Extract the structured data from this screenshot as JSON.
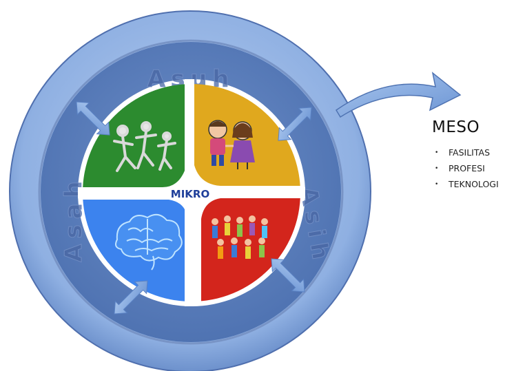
{
  "diagram": {
    "center_label": "MIKRO",
    "ring_top_label": "Asuh",
    "ring_left_label": "Asah",
    "ring_right_label": "Asih"
  },
  "meso": {
    "title": "MESO",
    "items": [
      "FASILITAS",
      "PROFESI",
      "TEKNOLOGI"
    ]
  },
  "colors": {
    "outer_ring": "#8fb0e2",
    "inner_ring": "#5a7fbd",
    "quadrant_green": "#2c8b2f",
    "quadrant_orange": "#e0a81e",
    "quadrant_blue": "#3c83ee",
    "quadrant_red": "#d3251c",
    "center_text": "#1f3f9a"
  },
  "icons": [
    "figures-dancing-icon",
    "children-icon",
    "brain-icon",
    "crowd-icon",
    "double-arrow-icon",
    "curved-arrow-icon"
  ]
}
